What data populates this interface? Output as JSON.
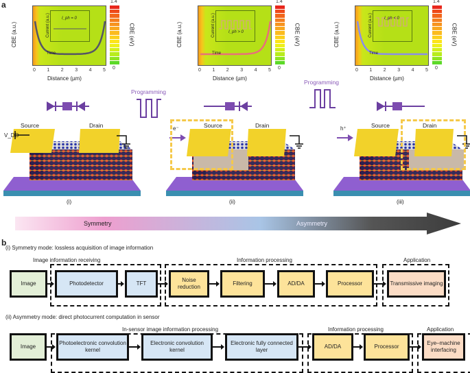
{
  "panel_a": {
    "letter": "a",
    "plots": [
      {
        "id": "i",
        "ylabel": "CBE (a.u.)",
        "xlabel": "Distance (µm)",
        "xticks": [
          "0",
          "1",
          "2",
          "3",
          "4",
          "5"
        ],
        "profile": "symmetric-well",
        "curve_color": "#555566",
        "inset_ylabel": "Current (a.u.)",
        "inset_xlabel": "Time",
        "inset_label": "I_ph = 0",
        "inset_signal": "flat"
      },
      {
        "id": "ii",
        "ylabel": "CBE (a.u.)",
        "xlabel": "Distance (µm)",
        "xticks": [
          "0",
          "1",
          "2",
          "3",
          "4",
          "5"
        ],
        "profile": "rise-right",
        "curve_color": "#e8707a",
        "inset_ylabel": "Current (a.u.)",
        "inset_xlabel": "Time",
        "inset_label": "I_ph > 0",
        "inset_signal": "positive-pulses"
      },
      {
        "id": "iii",
        "ylabel": "CBE (a.u.)",
        "xlabel": "Distance (µm)",
        "xticks": [
          "0",
          "1",
          "2",
          "3",
          "4",
          "5"
        ],
        "profile": "rise-left",
        "curve_color": "#8a8ee8",
        "inset_ylabel": "Current (a.u.)",
        "inset_xlabel": "Time",
        "inset_label": "I_ph < 0",
        "inset_signal": "negative-pulses"
      }
    ],
    "colorbar": {
      "label": "CBE (eV)",
      "max": "1.4",
      "min": "0",
      "colors": [
        "#e8261b",
        "#ee4a1a",
        "#f2661b",
        "#f57f1e",
        "#f7931f",
        "#f9a71f",
        "#fbbb1e",
        "#fcd01c",
        "#fde41a",
        "#eef01a",
        "#d4f01a",
        "#b8ec1c",
        "#8fe420",
        "#5cd928"
      ]
    },
    "programming_label": "Programming",
    "devices": [
      {
        "caption": "(i)",
        "source": "Source",
        "drain": "Drain",
        "vdd": "V_DD"
      },
      {
        "caption": "(ii)",
        "source": "Source",
        "drain": "Drain",
        "carrier": "e⁻"
      },
      {
        "caption": "(iii)",
        "source": "Source",
        "drain": "Drain",
        "carrier": "h⁺"
      }
    ],
    "gradient_arrow": {
      "left": "Symmetry",
      "right": "Asymmetry"
    }
  },
  "panel_b": {
    "letter": "b",
    "row1": {
      "title": "(i)  Symmetry mode: lossless acquisition of image information",
      "groups": [
        "Image information receiving",
        "Information processing",
        "Application"
      ],
      "boxes": [
        "Image",
        "Photodetector",
        "TFT",
        "Noise reduction",
        "Filtering",
        "AD/DA",
        "Processor",
        "Transmissive imaging"
      ]
    },
    "row2": {
      "title": "(ii)  Asymmetry mode: direct photocurrent computation in sensor",
      "groups": [
        "In-sensor image information processing",
        "Information processing",
        "Application"
      ],
      "boxes": [
        "Image",
        "Photoelectronic convolution kernel",
        "Electronic convolution kernel",
        "Electronic fully connected layer",
        "AD/DA",
        "Processor",
        "Eye–machine interfacing"
      ]
    }
  }
}
